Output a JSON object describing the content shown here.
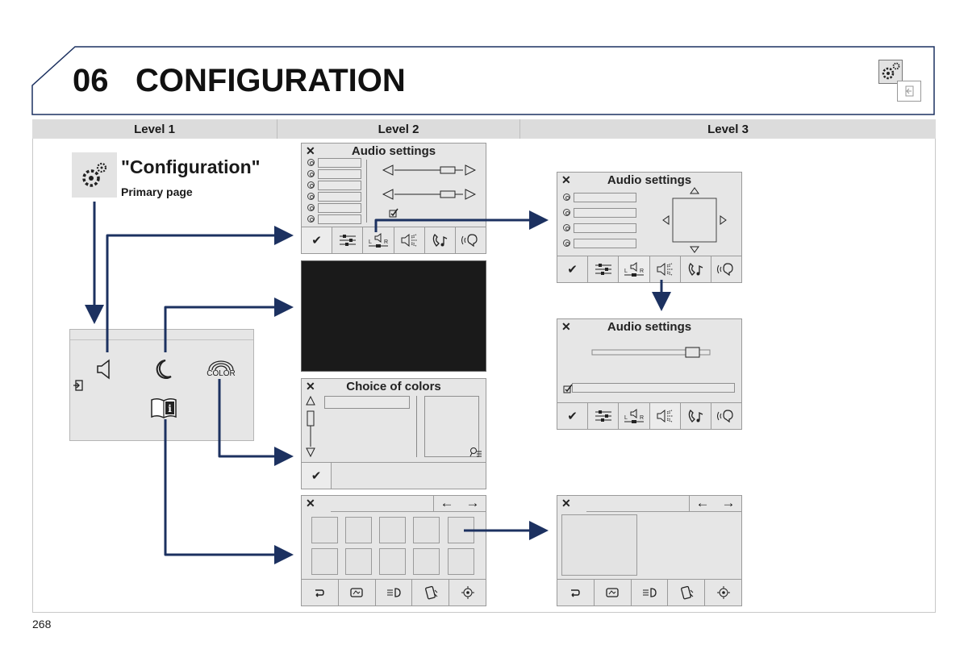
{
  "chapter": {
    "number": "06",
    "title": "CONFIGURATION"
  },
  "columns": [
    "Level 1",
    "Level 2",
    "Level 3"
  ],
  "level1": {
    "heading": "\"Configuration\"",
    "subheading": "Primary page",
    "color_label": "COLOR"
  },
  "screens": {
    "audio_title": "Audio settings",
    "colors_title": "Choice of colors",
    "tab_labels": {
      "check": "✔"
    }
  },
  "page_number": "268",
  "colors": {
    "arrow": "#1c3160",
    "screen_dark": "#1a1a1a",
    "header_band": "#dcdcdc"
  },
  "icons": [
    "gear-icon",
    "speaker-icon",
    "moon-icon",
    "color-icon",
    "book-info-icon",
    "exit-icon",
    "close-icon",
    "checkmark-icon",
    "equalizer-icon",
    "balance-icon",
    "surround-icon",
    "phone-music-icon",
    "voice-icon",
    "back-icon",
    "camera-icon",
    "headlight-icon",
    "phone-vibrate-icon",
    "target-icon"
  ]
}
